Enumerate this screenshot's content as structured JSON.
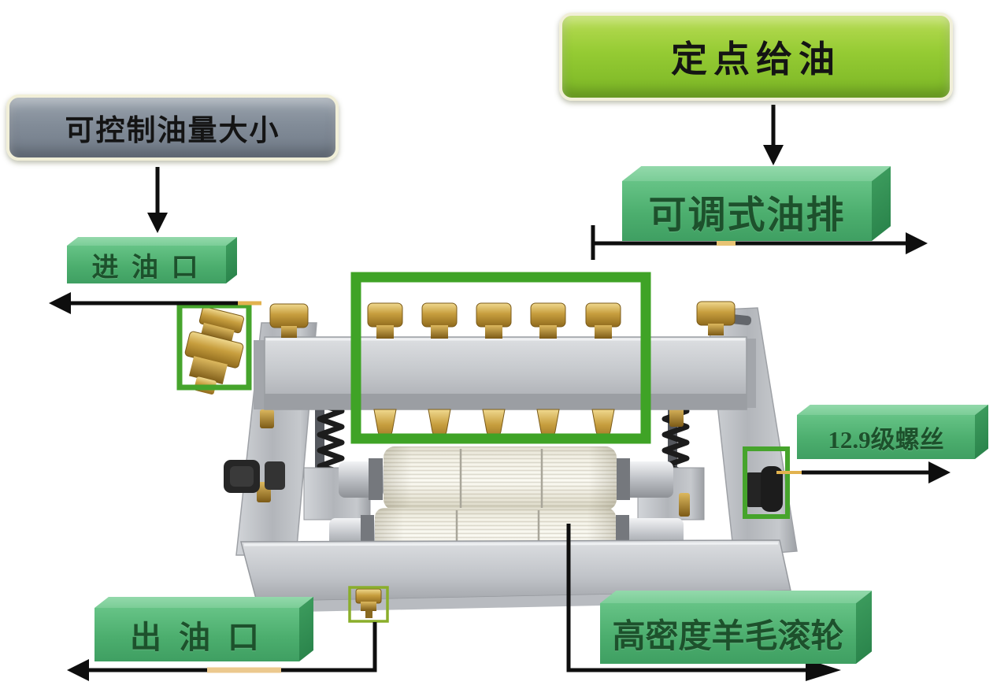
{
  "callout_bubbles": {
    "oil_control": {
      "label": "可控制油量大小",
      "bg": "#828c98",
      "border": "#f1efd8"
    },
    "fixed_point_oiling": {
      "label": "定点给油",
      "bg": "#95cb33",
      "border": "#f1f2d2"
    }
  },
  "part_labels": {
    "oil_inlet": {
      "label": "进 油 口"
    },
    "adjustable_oil_rail": {
      "label": "可调式油排"
    },
    "screw_grade": {
      "label": "12.9级螺丝"
    },
    "oil_outlet": {
      "label": "出 油 口"
    },
    "wool_roller": {
      "label": "高密度羊毛滚轮"
    }
  },
  "colors": {
    "part_label_green": "#4cae6e",
    "highlight_box_green": "#3fa326",
    "small_highlight_green": "#8aae2b",
    "arrow_black": "#0e0e0e",
    "arrow_accent_tan": "#e2b24e",
    "background": "#ffffff"
  }
}
